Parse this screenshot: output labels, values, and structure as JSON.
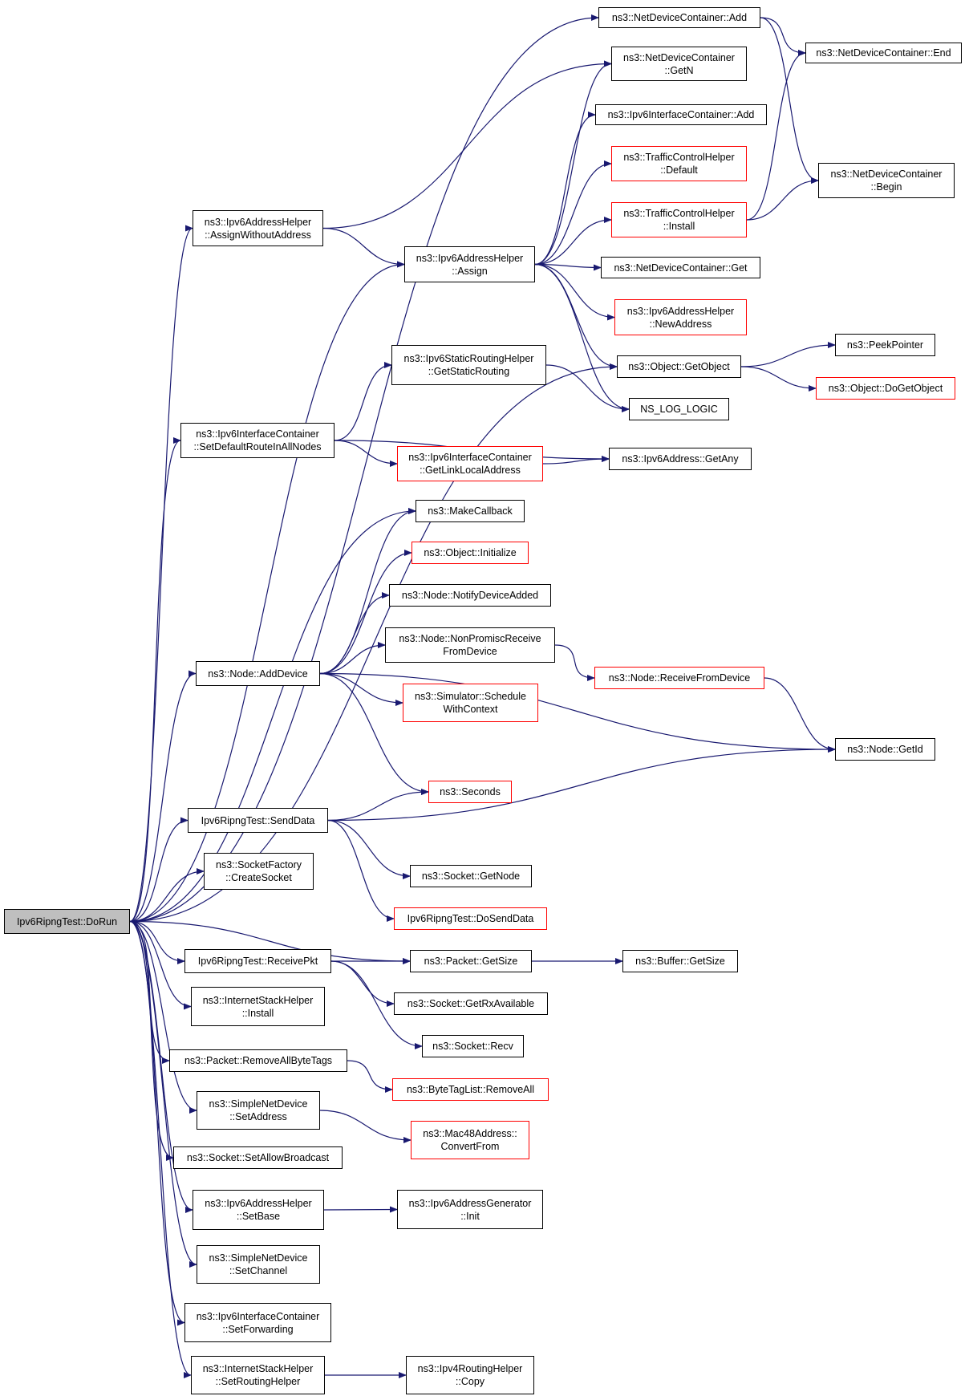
{
  "graph": {
    "type": "call-graph",
    "root": "Ipv6RipngTest::DoRun",
    "edge_color": "#191970",
    "colors": {
      "node_border": "#000000",
      "incomplete_border": "#ff0000",
      "root_fill": "#bfbfbf"
    },
    "nodes": [
      {
        "id": "dorun",
        "label": "Ipv6RipngTest::DoRun",
        "style": "gray"
      },
      {
        "id": "ndc_add",
        "label": "ns3::NetDeviceContainer::Add",
        "style": "normal"
      },
      {
        "id": "ndc_end",
        "label": "ns3::NetDeviceContainer::End",
        "style": "normal"
      },
      {
        "id": "ndc_getn",
        "label": "ns3::NetDeviceContainer\n::GetN",
        "style": "normal"
      },
      {
        "id": "iic_add",
        "label": "ns3::Ipv6InterfaceContainer::Add",
        "style": "normal"
      },
      {
        "id": "tch_default",
        "label": "ns3::TrafficControlHelper\n::Default",
        "style": "red"
      },
      {
        "id": "ndc_begin",
        "label": "ns3::NetDeviceContainer\n::Begin",
        "style": "normal"
      },
      {
        "id": "tch_install",
        "label": "ns3::TrafficControlHelper\n::Install",
        "style": "red"
      },
      {
        "id": "aah_assignwo",
        "label": "ns3::Ipv6AddressHelper\n::AssignWithoutAddress",
        "style": "normal"
      },
      {
        "id": "aah_assign",
        "label": "ns3::Ipv6AddressHelper\n::Assign",
        "style": "normal"
      },
      {
        "id": "ndc_get",
        "label": "ns3::NetDeviceContainer::Get",
        "style": "normal"
      },
      {
        "id": "aah_newaddr",
        "label": "ns3::Ipv6AddressHelper\n::NewAddress",
        "style": "red"
      },
      {
        "id": "peekpointer",
        "label": "ns3::PeekPointer",
        "style": "normal"
      },
      {
        "id": "srh_getstatic",
        "label": "ns3::Ipv6StaticRoutingHelper\n::GetStaticRouting",
        "style": "normal"
      },
      {
        "id": "obj_getobject",
        "label": "ns3::Object::GetObject",
        "style": "normal"
      },
      {
        "id": "obj_dogetobject",
        "label": "ns3::Object::DoGetObject",
        "style": "red"
      },
      {
        "id": "ns_log_logic",
        "label": "NS_LOG_LOGIC",
        "style": "normal"
      },
      {
        "id": "iic_setdefault",
        "label": "ns3::Ipv6InterfaceContainer\n::SetDefaultRouteInAllNodes",
        "style": "normal"
      },
      {
        "id": "iic_getlinklocal",
        "label": "ns3::Ipv6InterfaceContainer\n::GetLinkLocalAddress",
        "style": "red"
      },
      {
        "id": "ipv6addr_getany",
        "label": "ns3::Ipv6Address::GetAny",
        "style": "normal"
      },
      {
        "id": "makecallback",
        "label": "ns3::MakeCallback",
        "style": "normal"
      },
      {
        "id": "obj_initialize",
        "label": "ns3::Object::Initialize",
        "style": "red"
      },
      {
        "id": "node_notify",
        "label": "ns3::Node::NotifyDeviceAdded",
        "style": "normal"
      },
      {
        "id": "node_nonpromisc",
        "label": "ns3::Node::NonPromiscReceive\nFromDevice",
        "style": "normal"
      },
      {
        "id": "node_adddevice",
        "label": "ns3::Node::AddDevice",
        "style": "normal"
      },
      {
        "id": "node_receivefrom",
        "label": "ns3::Node::ReceiveFromDevice",
        "style": "red"
      },
      {
        "id": "sim_schedule",
        "label": "ns3::Simulator::Schedule\nWithContext",
        "style": "red"
      },
      {
        "id": "node_getid",
        "label": "ns3::Node::GetId",
        "style": "normal"
      },
      {
        "id": "seconds",
        "label": "ns3::Seconds",
        "style": "red"
      },
      {
        "id": "senddata",
        "label": "Ipv6RipngTest::SendData",
        "style": "normal"
      },
      {
        "id": "sf_createsocket",
        "label": "ns3::SocketFactory\n::CreateSocket",
        "style": "normal"
      },
      {
        "id": "socket_getnode",
        "label": "ns3::Socket::GetNode",
        "style": "normal"
      },
      {
        "id": "dosenddata",
        "label": "Ipv6RipngTest::DoSendData",
        "style": "red"
      },
      {
        "id": "receivepkt",
        "label": "Ipv6RipngTest::ReceivePkt",
        "style": "normal"
      },
      {
        "id": "packet_getsize",
        "label": "ns3::Packet::GetSize",
        "style": "normal"
      },
      {
        "id": "buffer_getsize",
        "label": "ns3::Buffer::GetSize",
        "style": "normal"
      },
      {
        "id": "ish_install",
        "label": "ns3::InternetStackHelper\n::Install",
        "style": "normal"
      },
      {
        "id": "socket_getrx",
        "label": "ns3::Socket::GetRxAvailable",
        "style": "normal"
      },
      {
        "id": "socket_recv",
        "label": "ns3::Socket::Recv",
        "style": "normal"
      },
      {
        "id": "packet_removeall",
        "label": "ns3::Packet::RemoveAllByteTags",
        "style": "normal"
      },
      {
        "id": "btl_removeall",
        "label": "ns3::ByteTagList::RemoveAll",
        "style": "red"
      },
      {
        "id": "snd_setaddress",
        "label": "ns3::SimpleNetDevice\n::SetAddress",
        "style": "normal"
      },
      {
        "id": "mac48_convert",
        "label": "ns3::Mac48Address::\nConvertFrom",
        "style": "red"
      },
      {
        "id": "socket_setbroadcast",
        "label": "ns3::Socket::SetAllowBroadcast",
        "style": "normal"
      },
      {
        "id": "aah_setbase",
        "label": "ns3::Ipv6AddressHelper\n::SetBase",
        "style": "normal"
      },
      {
        "id": "aag_init",
        "label": "ns3::Ipv6AddressGenerator\n::Init",
        "style": "normal"
      },
      {
        "id": "snd_setchannel",
        "label": "ns3::SimpleNetDevice\n::SetChannel",
        "style": "normal"
      },
      {
        "id": "iic_setforwarding",
        "label": "ns3::Ipv6InterfaceContainer\n::SetForwarding",
        "style": "normal"
      },
      {
        "id": "ish_setrouting",
        "label": "ns3::InternetStackHelper\n::SetRoutingHelper",
        "style": "normal"
      },
      {
        "id": "v4rh_copy",
        "label": "ns3::Ipv4RoutingHelper\n::Copy",
        "style": "normal"
      }
    ],
    "edges": [
      [
        "dorun",
        "ndc_add"
      ],
      [
        "dorun",
        "aah_assignwo"
      ],
      [
        "dorun",
        "aah_assign"
      ],
      [
        "dorun",
        "obj_getobject"
      ],
      [
        "dorun",
        "iic_setdefault"
      ],
      [
        "dorun",
        "makecallback"
      ],
      [
        "dorun",
        "node_adddevice"
      ],
      [
        "dorun",
        "senddata"
      ],
      [
        "dorun",
        "sf_createsocket"
      ],
      [
        "dorun",
        "packet_getsize"
      ],
      [
        "dorun",
        "receivepkt"
      ],
      [
        "dorun",
        "ish_install"
      ],
      [
        "dorun",
        "packet_removeall"
      ],
      [
        "dorun",
        "snd_setaddress"
      ],
      [
        "dorun",
        "socket_setbroadcast"
      ],
      [
        "dorun",
        "aah_setbase"
      ],
      [
        "dorun",
        "snd_setchannel"
      ],
      [
        "dorun",
        "iic_setforwarding"
      ],
      [
        "dorun",
        "ish_setrouting"
      ],
      [
        "ndc_add",
        "ndc_end"
      ],
      [
        "ndc_add",
        "ndc_begin"
      ],
      [
        "aah_assignwo",
        "ndc_getn"
      ],
      [
        "aah_assignwo",
        "aah_assign"
      ],
      [
        "aah_assign",
        "ndc_getn"
      ],
      [
        "aah_assign",
        "iic_add"
      ],
      [
        "aah_assign",
        "tch_default"
      ],
      [
        "aah_assign",
        "tch_install"
      ],
      [
        "aah_assign",
        "ndc_get"
      ],
      [
        "aah_assign",
        "aah_newaddr"
      ],
      [
        "aah_assign",
        "obj_getobject"
      ],
      [
        "aah_assign",
        "ns_log_logic"
      ],
      [
        "tch_install",
        "ndc_end"
      ],
      [
        "tch_install",
        "ndc_begin"
      ],
      [
        "obj_getobject",
        "peekpointer"
      ],
      [
        "obj_getobject",
        "obj_dogetobject"
      ],
      [
        "srh_getstatic",
        "ns_log_logic"
      ],
      [
        "iic_setdefault",
        "srh_getstatic"
      ],
      [
        "iic_setdefault",
        "iic_getlinklocal"
      ],
      [
        "iic_setdefault",
        "ipv6addr_getany"
      ],
      [
        "iic_getlinklocal",
        "ipv6addr_getany"
      ],
      [
        "node_adddevice",
        "makecallback"
      ],
      [
        "node_adddevice",
        "obj_initialize"
      ],
      [
        "node_adddevice",
        "node_notify"
      ],
      [
        "node_adddevice",
        "node_nonpromisc"
      ],
      [
        "node_adddevice",
        "sim_schedule"
      ],
      [
        "node_adddevice",
        "node_getid"
      ],
      [
        "node_adddevice",
        "seconds"
      ],
      [
        "node_nonpromisc",
        "node_receivefrom"
      ],
      [
        "node_receivefrom",
        "node_getid"
      ],
      [
        "senddata",
        "seconds"
      ],
      [
        "senddata",
        "node_getid"
      ],
      [
        "senddata",
        "socket_getnode"
      ],
      [
        "senddata",
        "dosenddata"
      ],
      [
        "receivepkt",
        "packet_getsize"
      ],
      [
        "receivepkt",
        "socket_getrx"
      ],
      [
        "receivepkt",
        "socket_recv"
      ],
      [
        "packet_getsize",
        "buffer_getsize"
      ],
      [
        "packet_removeall",
        "btl_removeall"
      ],
      [
        "snd_setaddress",
        "mac48_convert"
      ],
      [
        "aah_setbase",
        "aag_init"
      ],
      [
        "ish_setrouting",
        "v4rh_copy"
      ]
    ]
  }
}
